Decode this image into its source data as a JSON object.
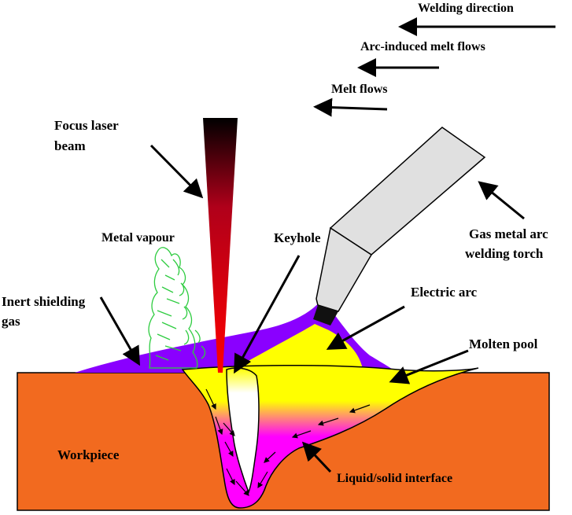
{
  "labels": {
    "welding_direction": "Welding direction",
    "arc_induced_melt_flows": "Arc-induced melt flows",
    "melt_flows": "Melt flows",
    "focus_laser_beam_line1": "Focus laser",
    "focus_laser_beam_line2": "beam",
    "metal_vapour": "Metal vapour",
    "keyhole": "Keyhole",
    "gas_metal_arc_line1": "Gas metal arc",
    "gas_metal_arc_line2": "welding torch",
    "inert_shielding_gas_line1": "Inert shielding",
    "inert_shielding_gas_line2": "gas",
    "electric_arc": "Electric arc",
    "molten_pool": "Molten pool",
    "workpiece": "Workpiece",
    "liquid_solid_interface": "Liquid/solid interface"
  },
  "colors": {
    "workpiece": "#f26a1f",
    "shielding_gas": "#8a00ff",
    "electric_arc": "#ffff00",
    "molten_pool_top": "#ffff00",
    "molten_pool_bottom": "#ff00ff",
    "keyhole": "#ffffff",
    "vapour": "#2ecc40",
    "torch_body": "#e0e0e0",
    "laser_top": "#000000",
    "laser_bottom": "#ff0000"
  }
}
